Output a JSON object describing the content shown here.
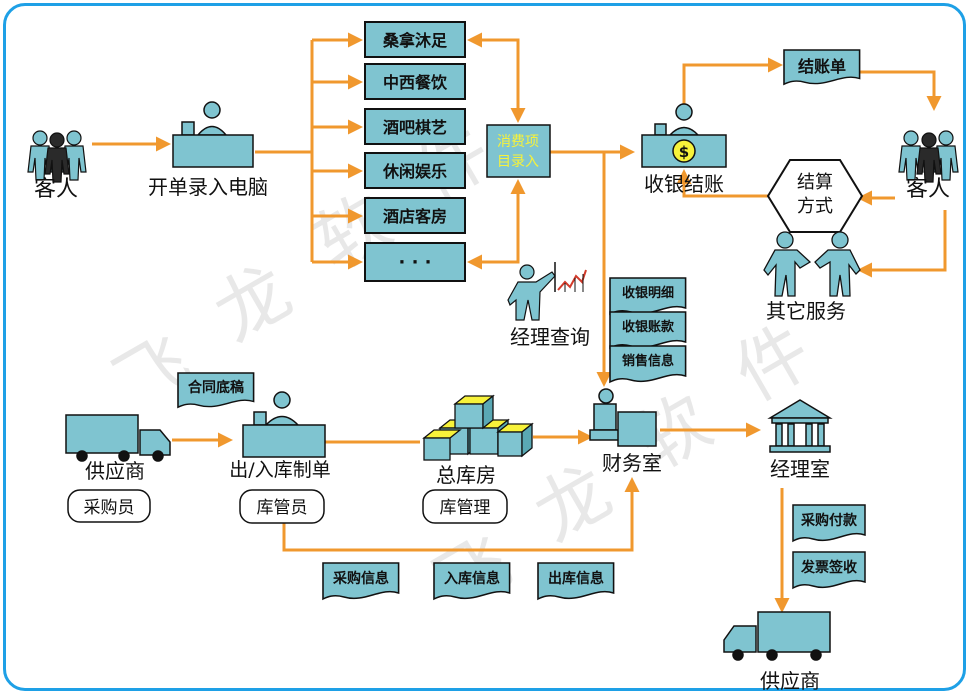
{
  "labels": {
    "guest_left": "客人",
    "checkin": "开单录入电脑",
    "consume_entry_l1": "消费项",
    "consume_entry_l2": "目录入",
    "cashier": "收银结账",
    "bill": "结账单",
    "guest_right": "客人",
    "settle_l1": "结算",
    "settle_l2": "方式",
    "other_service": "其它服务",
    "manager_query": "经理查询",
    "contract": "合同底稿",
    "supplier_left": "供应商",
    "buyer": "采购员",
    "stock_doc": "出/入库制单",
    "keeper": "库管员",
    "warehouse": "总库房",
    "warehouse_mgmt": "库管理",
    "finance": "财务室",
    "manager_office": "经理室",
    "supplier_bottom": "供应商",
    "ellipsis": "· · ·",
    "dollar": "$"
  },
  "services": [
    "桑拿沐足",
    "中西餐饮",
    "酒吧棋艺",
    "休闲娱乐",
    "酒店客房"
  ],
  "cash_reports": [
    "收银明细",
    "收银账款",
    "销售信息"
  ],
  "stock_docs": [
    "采购信息",
    "入库信息",
    "出库信息"
  ],
  "pay_docs": [
    "采购付款",
    "发票签收"
  ],
  "watermark": [
    "飞",
    "龙",
    "软",
    "件",
    "飞",
    "龙",
    "软",
    "件"
  ],
  "colors": {
    "frame": "#1ea0e6",
    "fill": "#7fc4d0",
    "arrow": "#f0982e",
    "text": "#111111",
    "highlight": "#f7f23a",
    "mark": "#d23b2b"
  },
  "icons": [
    "people-group-icon",
    "desk-person-icon",
    "truck-icon",
    "boxes-icon",
    "building-icon",
    "handshake-icon",
    "chart-presenter-icon"
  ]
}
